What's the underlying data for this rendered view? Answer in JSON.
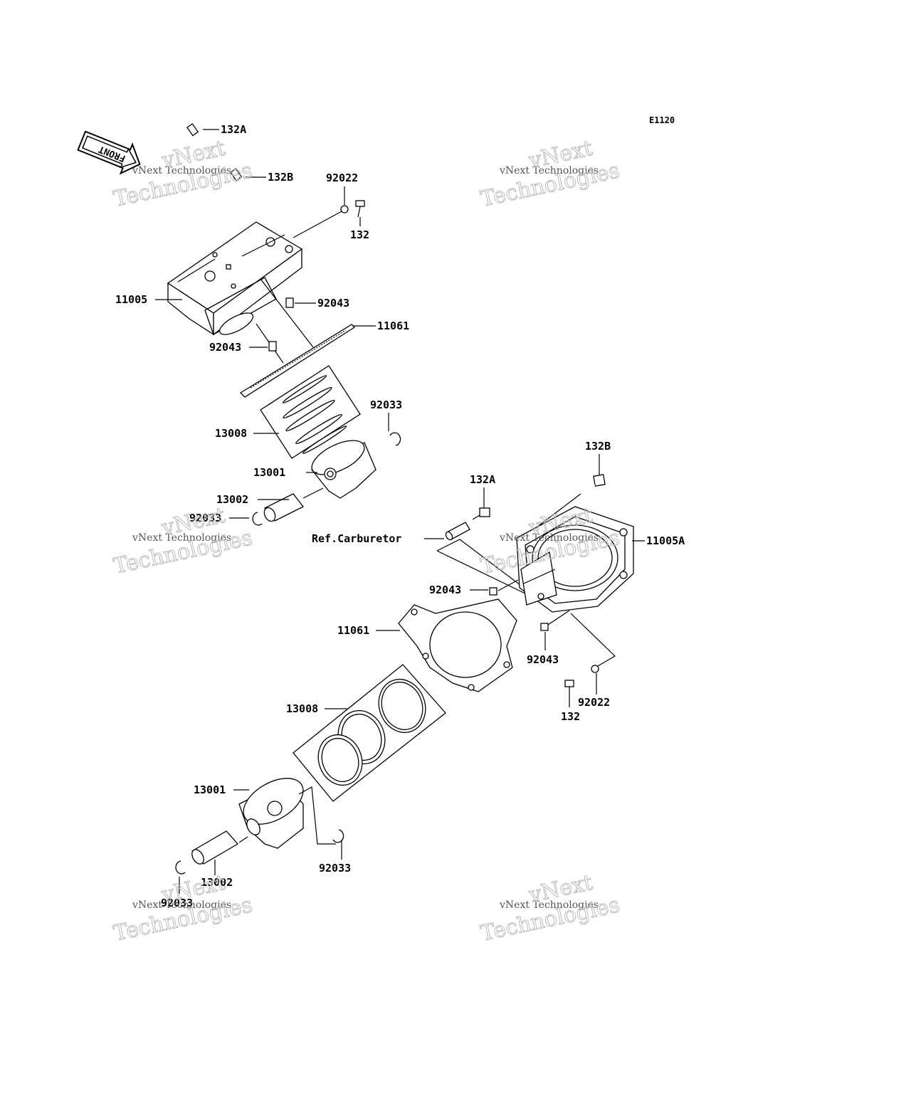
{
  "diagram_id": "E1120",
  "front_arrow": "FRONT",
  "watermarks": [
    {
      "line1": "vNext Technologies",
      "line2": "vNext",
      "line3": "Technologies"
    }
  ],
  "top_group": {
    "labels": {
      "bolt_a": "132A",
      "bolt_b": "132B",
      "washer": "92022",
      "bolt": "132",
      "cylinder": "11005",
      "dowel_right": "92043",
      "gasket": "11061",
      "dowel_left": "92043",
      "rings": "13008",
      "circlip_right": "92033",
      "piston": "13001",
      "pin": "13002",
      "circlip_left": "92033"
    }
  },
  "bottom_group": {
    "labels": {
      "bolt_b": "132B",
      "bolt_a": "132A",
      "ref_carb": "Ref.Carburetor",
      "cylinder": "11005A",
      "dowel_left": "92043",
      "gasket": "11061",
      "dowel_right": "92043",
      "washer": "92022",
      "bolt": "132",
      "rings": "13008",
      "piston": "13001",
      "circlip_right": "92033",
      "pin": "13002",
      "circlip_left": "92033"
    }
  }
}
